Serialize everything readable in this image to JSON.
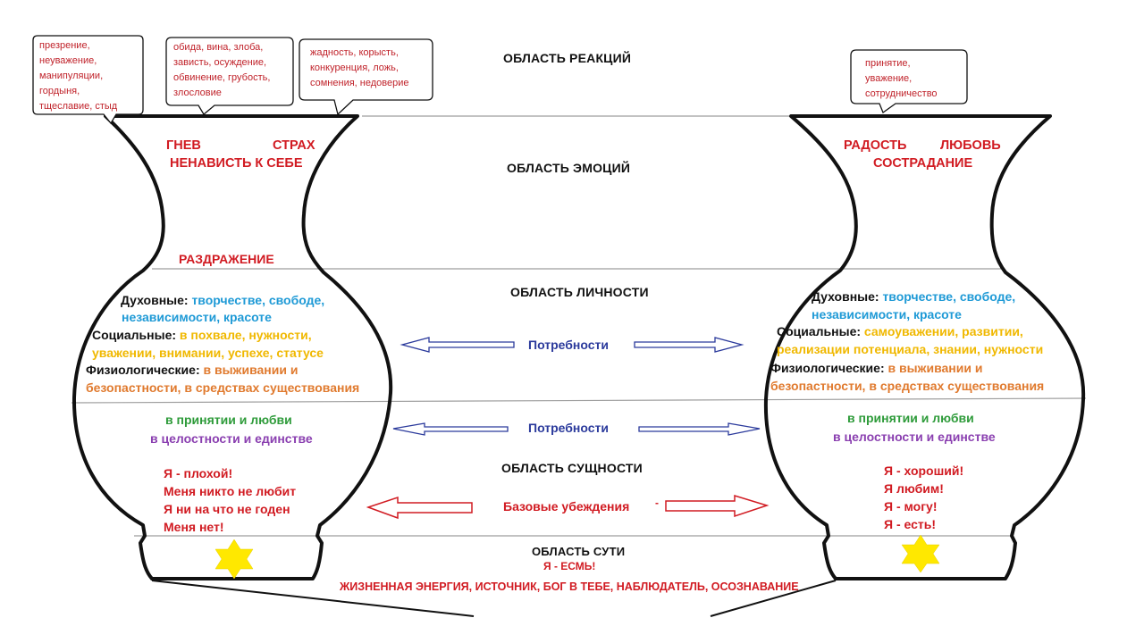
{
  "colors": {
    "outline": "#111111",
    "divider": "#9e9e9e",
    "red": "#d11b22",
    "blue": "#1f9ad6",
    "yellow": "#f0b800",
    "orange": "#e07a2e",
    "green": "#2e9b3a",
    "purple": "#8a3fb0",
    "navy": "#2b3a9c",
    "star": "#ffe800"
  },
  "regions": {
    "reactions": "ОБЛАСТЬ РЕАКЦИЙ",
    "emotions": "ОБЛАСТЬ ЭМОЦИЙ",
    "personality": "ОБЛАСТЬ ЛИЧНОСТИ",
    "essence": "ОБЛАСТЬ СУЩНОСТИ",
    "core": "ОБЛАСТЬ СУТИ"
  },
  "core": {
    "i_am": "Я - ЕСМЬ!",
    "description": "ЖИЗНЕННАЯ ЭНЕРГИЯ, ИСТОЧНИК, БОГ В ТЕБЕ, НАБЛЮДАТЕЛЬ, ОСОЗНАВАНИЕ"
  },
  "center_labels": {
    "needs_1": "Потребности",
    "needs_2": "Потребности",
    "beliefs": "Базовые убеждения",
    "dash": "-"
  },
  "bubbles": {
    "b1": [
      "презрение,",
      "неуважение,",
      "манипуляции,",
      "гордыня,",
      "тщеславие, стыд"
    ],
    "b2": [
      "обида, вина, злоба,",
      "зависть, осуждение,",
      "обвинение, грубость,",
      "злословие"
    ],
    "b3": [
      "жадность, корысть,",
      "конкуренция, ложь,",
      "сомнения, недоверие"
    ],
    "b4": [
      "принятие,",
      "уважение,",
      "сотрудничество"
    ]
  },
  "left_vase": {
    "emotions": {
      "anger": "ГНЕВ",
      "fear": "СТРАХ",
      "self_hate": "НЕНАВИСТЬ К СЕБЕ",
      "irritation": "РАЗДРАЖЕНИЕ"
    },
    "needs": {
      "spiritual_label": "Духовные:",
      "spiritual_value_1": "творчестве, свободе,",
      "spiritual_value_2": "независимости, красоте",
      "social_label": "Социальные:",
      "social_value_1": "в похвале, нужности,",
      "social_value_2": "уважении, внимании, успехе, статусе",
      "phys_label": "Физиологические:",
      "phys_value_1": "в выживании и",
      "phys_value_2": "безопастности, в средствах существования"
    },
    "essence": {
      "acceptance": "в принятии и любви",
      "wholeness": "в целостности и единстве"
    },
    "beliefs": [
      "Я - плохой!",
      "Меня никто не любит",
      "Я ни на что не годен",
      "Меня нет!"
    ]
  },
  "right_vase": {
    "emotions": {
      "joy": "РАДОСТЬ",
      "love": "ЛЮБОВЬ",
      "compassion": "СОСТРАДАНИЕ"
    },
    "needs": {
      "spiritual_label": "Духовные:",
      "spiritual_value_1": "творчестве, свободе,",
      "spiritual_value_2": "независимости, красоте",
      "social_label": "Социальные:",
      "social_value_1": "самоуважении, развитии,",
      "social_value_2": "реализации потенциала, знании, нужности",
      "phys_label": "Физиологические:",
      "phys_value_1": "в выживании и",
      "phys_value_2": "безопастности, в средствах существования"
    },
    "essence": {
      "acceptance": "в принятии и любви",
      "wholeness": "в целостности и единстве"
    },
    "beliefs": [
      "Я - хороший!",
      "Я любим!",
      "Я - могу!",
      "Я - есть!"
    ]
  }
}
